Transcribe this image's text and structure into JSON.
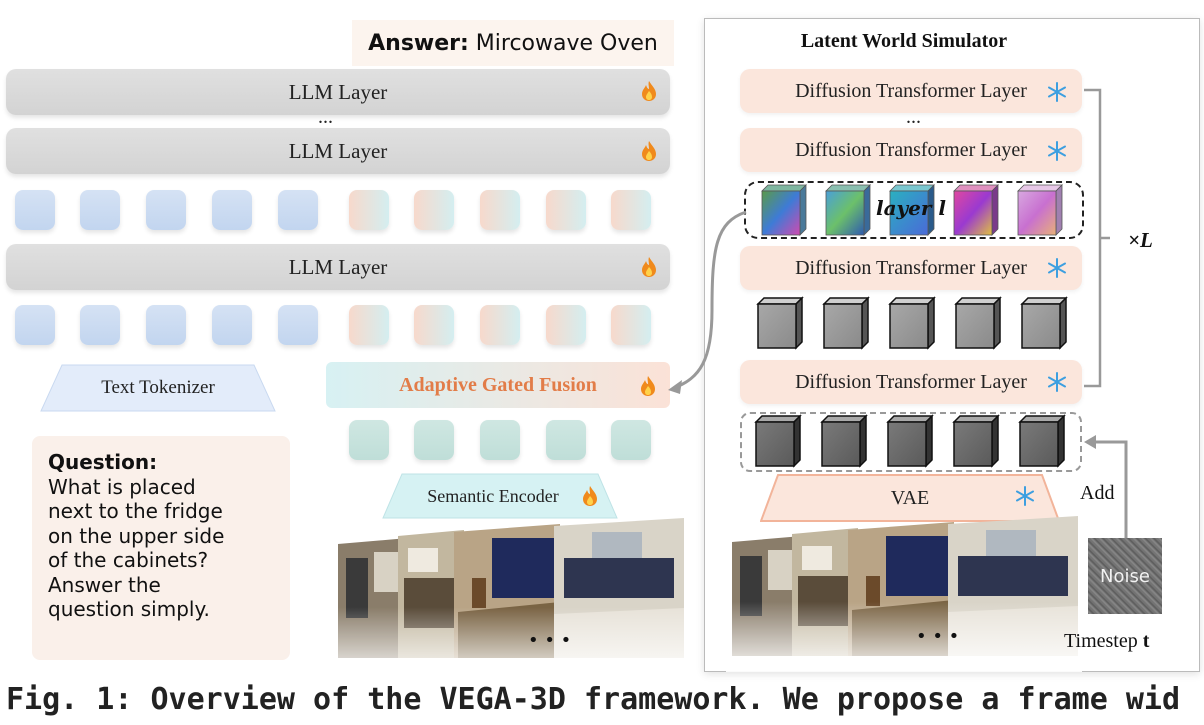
{
  "answer": {
    "label": "Answer:",
    "value": " Mircowave Oven"
  },
  "llm_layers": [
    "LLM Layer",
    "LLM Layer",
    "LLM Layer"
  ],
  "ellipsis_left": "...",
  "text_tokenizer": "Text Tokenizer",
  "adaptive_gated_fusion": "Adaptive Gated Fusion",
  "semantic_encoder": "Semantic Encoder",
  "question": {
    "label": "Question:",
    "lines": [
      "What is placed",
      "next to the fridge",
      "on the upper side",
      "of the cabinets?",
      "Answer the",
      "question simply."
    ]
  },
  "simulator": {
    "title": "Latent World Simulator",
    "dit_layers": [
      "Diffusion Transformer Layer",
      "Diffusion Transformer Layer",
      "Diffusion Transformer Layer",
      "Diffusion Transformer Layer"
    ],
    "ellipsis": "...",
    "layer_label_word": "layer",
    "layer_label_var": "l",
    "repeat_label": "×L",
    "vae": "VAE",
    "add": "Add",
    "noise": "Noise",
    "timestep_word": "Timestep",
    "timestep_var": "t"
  },
  "caption": "Fig. 1: Overview of the VEGA-3D framework. We propose a frame wid",
  "colors": {
    "llm_gray": "#d8d8d8",
    "dit_peach": "#fbe6dc",
    "fusion_orange": "#e27c48",
    "tokenizer_blue": "#e3ecfa",
    "encoder_teal": "#d6f2f3",
    "ice_blue": "#3d9fe0"
  },
  "icons": {
    "trainable": "flame-icon",
    "frozen": "snowflake-icon"
  }
}
